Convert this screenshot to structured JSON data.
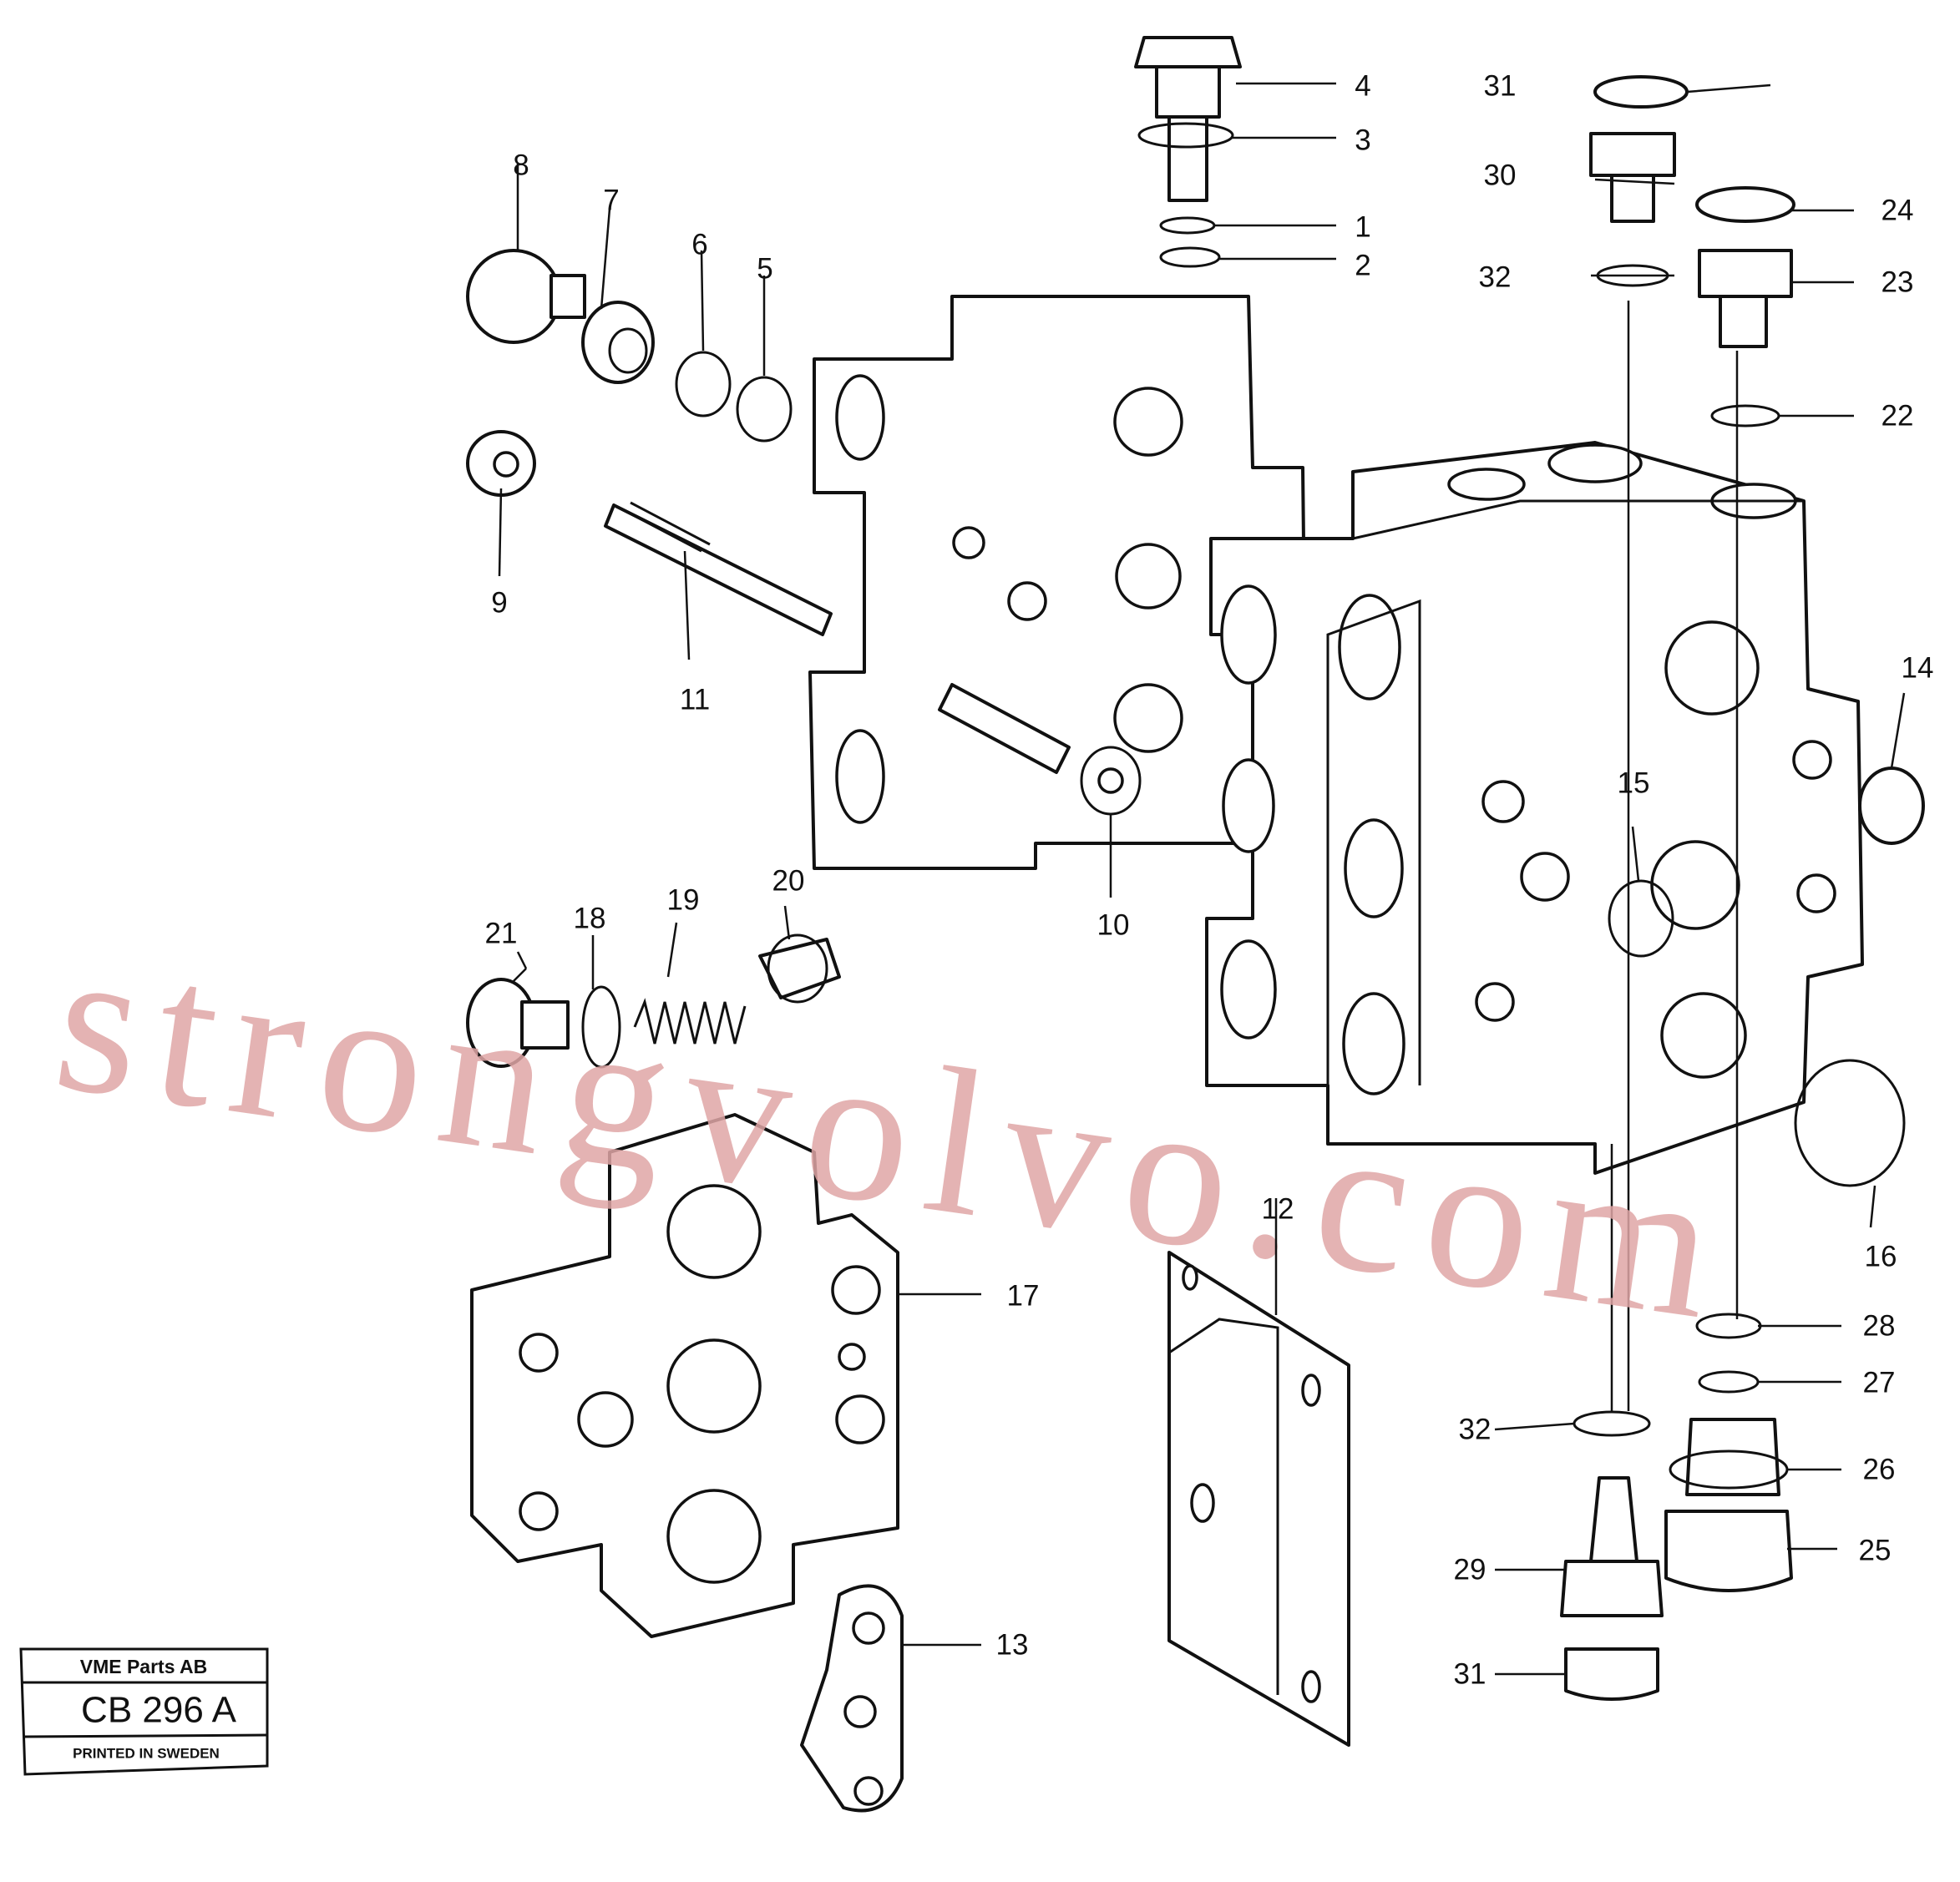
{
  "title_block": {
    "company": "VME Parts AB",
    "code": "CB 296 A",
    "footer": "PRINTED IN SWEDEN"
  },
  "watermark": "strongvolvo.com",
  "callouts": [
    "1",
    "2",
    "3",
    "4",
    "5",
    "6",
    "7",
    "8",
    "9",
    "10",
    "11",
    "12",
    "13",
    "14",
    "15",
    "16",
    "17",
    "18",
    "19",
    "20",
    "21",
    "22",
    "23",
    "24",
    "25",
    "26",
    "27",
    "28",
    "29",
    "30",
    "31",
    "31",
    "32",
    "32"
  ]
}
